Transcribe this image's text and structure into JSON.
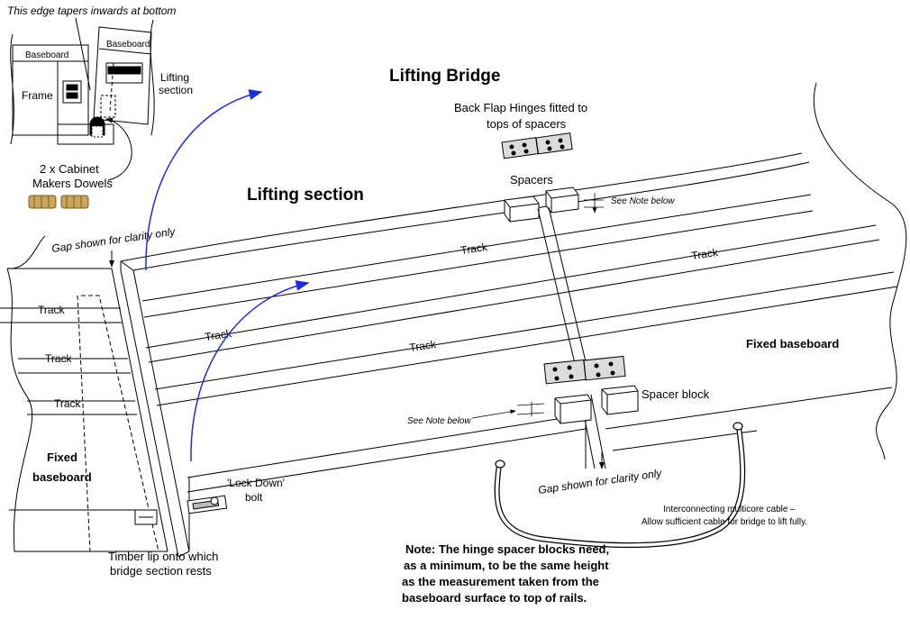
{
  "colors": {
    "ink": "#000000",
    "arrow": "#1f2be0",
    "brass": "#c9a45a",
    "plate": "#dcdcdc"
  },
  "inset": {
    "taper_note": "This edge tapers inwards at bottom",
    "baseboard_left": "Baseboard",
    "baseboard_right": "Baseboard",
    "frame": "Frame",
    "lifting_section_line1": "Lifting",
    "lifting_section_line2": "section",
    "dowels_line1": "2 x Cabinet",
    "dowels_line2": "Makers Dowels"
  },
  "titles": {
    "lifting_bridge": "Lifting Bridge",
    "lifting_section": "Lifting section"
  },
  "labels": {
    "back_flap_line1": "Back Flap Hinges fitted to",
    "back_flap_line2": "tops of spacers",
    "spacers": "Spacers",
    "see_note_top": "See Note below",
    "see_note_bottom": "See Note below",
    "gap_top": "Gap shown for clarity only",
    "gap_bottom": "Gap shown for clarity only",
    "spacer_block": "Spacer block",
    "fixed_baseboard_right": "Fixed baseboard",
    "fixed_baseboard_left_line1": "Fixed",
    "fixed_baseboard_left_line2": "baseboard",
    "lock_down_line1": "'Lock Down'",
    "lock_down_line2": "bolt",
    "timber_lip_line1": "Timber lip onto which",
    "timber_lip_line2": "bridge section rests",
    "cable_line1": "Interconnecting multicore cable –",
    "cable_line2": "Allow sufficient cable for bridge to lift fully."
  },
  "track_labels": [
    "Track",
    "Track",
    "Track",
    "Track",
    "Track",
    "Track",
    "Track"
  ],
  "note": {
    "line1": "Note: The hinge spacer blocks need,",
    "line2": "as a minimum, to be the same height",
    "line3": "as the measurement taken from the",
    "line4": "baseboard surface to top of rails."
  }
}
